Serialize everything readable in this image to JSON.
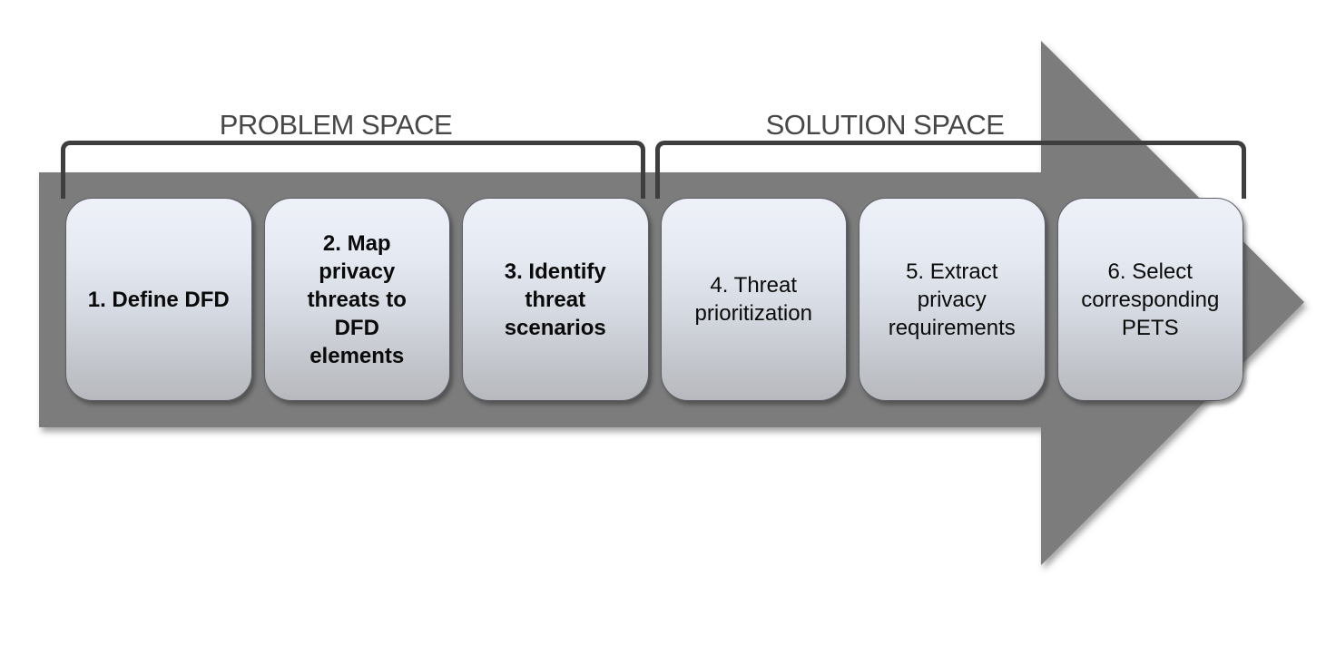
{
  "title": "Privacy threat analysis process diagram",
  "labels": {
    "problem_space": "PROBLEM SPACE",
    "solution_space": "SOLUTION SPACE"
  },
  "phases": [
    {
      "name": "problem",
      "label": "PROBLEM SPACE",
      "steps": [
        1,
        2,
        3
      ]
    },
    {
      "name": "solution",
      "label": "SOLUTION SPACE",
      "steps": [
        4,
        5,
        6
      ]
    }
  ],
  "steps": [
    {
      "id": 1,
      "label": "1. Define DFD",
      "phase": "problem",
      "emphasis": "bold"
    },
    {
      "id": 2,
      "label": "2. Map\nprivacy\nthreats to\nDFD\nelements",
      "phase": "problem",
      "emphasis": "bold"
    },
    {
      "id": 3,
      "label": "3. Identify\nthreat\nscenarios",
      "phase": "problem",
      "emphasis": "bold"
    },
    {
      "id": 4,
      "label": "4. Threat\nprioritization",
      "phase": "solution",
      "emphasis": "regular"
    },
    {
      "id": 5,
      "label": "5. Extract\nprivacy\nrequirements",
      "phase": "solution",
      "emphasis": "regular"
    },
    {
      "id": 6,
      "label": "6. Select\ncorresponding\nPETS",
      "phase": "solution",
      "emphasis": "regular"
    }
  ],
  "colors": {
    "arrow_fill": "#7c7c7c",
    "bracket_stroke": "#3e3e3e",
    "label_text": "#474747",
    "box_gradient_top": "#eef1f8",
    "box_gradient_bottom": "#b7b9be",
    "box_border": "#5d6066",
    "step_text": "#0a0a0a",
    "background": "#ffffff"
  }
}
